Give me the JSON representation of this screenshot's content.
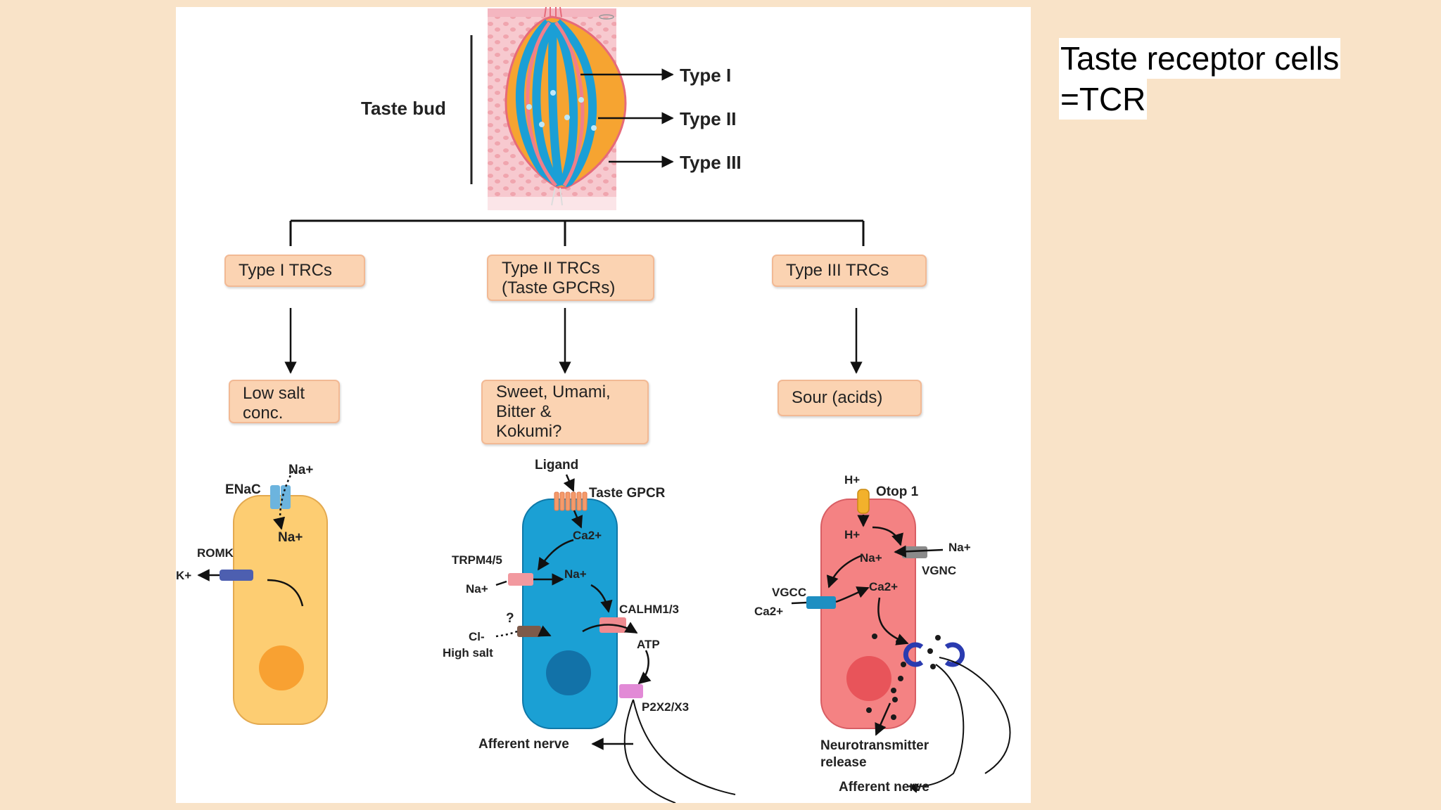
{
  "side_title": {
    "line1": "Taste receptor cells",
    "line2": "=TCR"
  },
  "taste_bud": {
    "label": "Taste bud",
    "types": [
      "Type I",
      "Type II",
      "Type III"
    ]
  },
  "categories": [
    {
      "name_lines": [
        "Type I TRCs"
      ],
      "stimulus_lines": [
        "Low salt",
        "conc."
      ]
    },
    {
      "name_lines": [
        "Type II TRCs",
        "(Taste GPCRs)"
      ],
      "stimulus_lines": [
        "Sweet, Umami,",
        "Bitter &",
        "Kokumi?"
      ]
    },
    {
      "name_lines": [
        "Type III TRCs"
      ],
      "stimulus_lines": [
        "Sour (acids)"
      ]
    }
  ],
  "cell1": {
    "enac": "ENaC",
    "na_out": "Na+",
    "na_in": "Na+",
    "romk": "ROMK",
    "k": "K+"
  },
  "cell2": {
    "ligand": "Ligand",
    "gpcr": "Taste GPCR",
    "ca": "Ca2+",
    "trpm": "TRPM4/5",
    "na_out": "Na+",
    "na_in": "Na+",
    "calhm": "CALHM1/3",
    "q": "?",
    "cl": "Cl-",
    "high_salt": "High salt",
    "atp": "ATP",
    "p2x": "P2X2/X3",
    "afferent": "Afferent nerve"
  },
  "cell3": {
    "h_out": "H+",
    "otop": "Otop 1",
    "h_in": "H+",
    "na_out": "Na+",
    "na_in": "Na+",
    "vgnc": "VGNC",
    "vgcc": "VGCC",
    "ca_out": "Ca2+",
    "ca_in": "Ca2+",
    "nt1": "Neurotransmitter",
    "nt2": "release",
    "afferent": "Afferent nerve"
  },
  "colors": {
    "background": "#f9e3c8",
    "box_fill": "#fbd3b2",
    "box_border": "#f2b994",
    "type1_cell": "#fdcd72",
    "type2_cell": "#1ba0d4",
    "type3_cell": "#f48283",
    "nucleus1": "#f8a132",
    "nucleus2": "#1272a8",
    "nucleus3": "#e8545a"
  }
}
